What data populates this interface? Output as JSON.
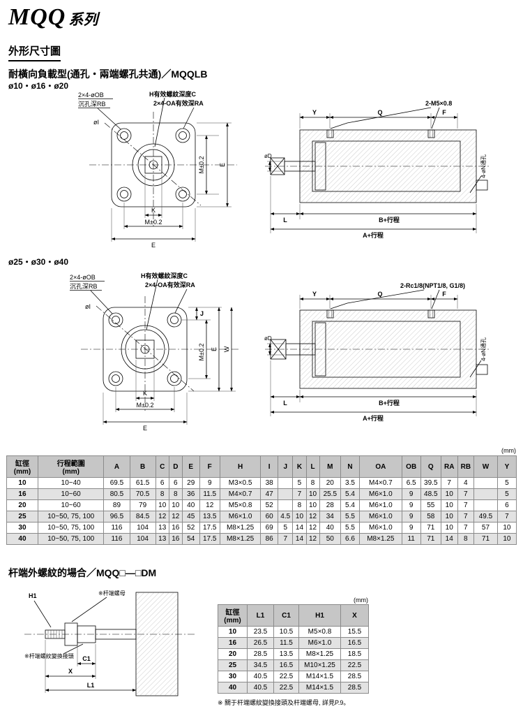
{
  "page": {
    "title": "MQQ",
    "title_suffix": "系列",
    "section1": "外形尺寸圖",
    "sub1_heading": "耐橫向負載型(通孔・兩端螺孔共通)／MQQLB",
    "sub1_sizes": "ø10・ø16・ø20",
    "sub2_sizes": "ø25・ø30・ø40",
    "section2": "杆端外螺紋的場合／MQQ□—□DM",
    "unit": "(mm)",
    "footnote": "※ 關于杆端螺紋變換接頭及杆端螺母, 詳見P.9。"
  },
  "drawing_labels": {
    "ob": "2×4-øOB",
    "rb": "沉孔深RB",
    "h_c": "H有效螺紋深度C",
    "oa_ra": "2×4-OA有效深RA",
    "port_small": "2-M5×0.8",
    "port_large": "2-Rc1/8(NPT1/8, G1/8)",
    "oi": "øI",
    "od": "øD",
    "e": "E",
    "m": "M±0.2",
    "k": "K",
    "y": "Y",
    "q": "Q",
    "f": "F",
    "j": "J",
    "w": "W",
    "l": "L",
    "b_stroke": "B+行程",
    "a_stroke": "A+行程",
    "n_holes": "4-øN通孔"
  },
  "rod_end_labels": {
    "h1": "H1",
    "nut": "※杆端螺母",
    "adapter": "※杆端螺紋變換接頭",
    "c1": "C1",
    "x": "X",
    "l1": "L1"
  },
  "main_table": {
    "headers": [
      "缸徑\n(mm)",
      "行程範圍\n(mm)",
      "A",
      "B",
      "C",
      "D",
      "E",
      "F",
      "H",
      "I",
      "J",
      "K",
      "L",
      "M",
      "N",
      "OA",
      "OB",
      "Q",
      "RA",
      "RB",
      "W",
      "Y"
    ],
    "rows": [
      [
        "10",
        "10~40",
        "69.5",
        "61.5",
        "6",
        "6",
        "29",
        "9",
        "M3×0.5",
        "38",
        "",
        "5",
        "8",
        "20",
        "3.5",
        "M4×0.7",
        "6.5",
        "39.5",
        "7",
        "4",
        "",
        "5"
      ],
      [
        "16",
        "10~60",
        "80.5",
        "70.5",
        "8",
        "8",
        "36",
        "11.5",
        "M4×0.7",
        "47",
        "",
        "7",
        "10",
        "25.5",
        "5.4",
        "M6×1.0",
        "9",
        "48.5",
        "10",
        "7",
        "",
        "5"
      ],
      [
        "20",
        "10~60",
        "89",
        "79",
        "10",
        "10",
        "40",
        "12",
        "M5×0.8",
        "52",
        "",
        "8",
        "10",
        "28",
        "5.4",
        "M6×1.0",
        "9",
        "55",
        "10",
        "7",
        "",
        "6"
      ],
      [
        "25",
        "10~50, 75, 100",
        "96.5",
        "84.5",
        "12",
        "12",
        "45",
        "13.5",
        "M6×1.0",
        "60",
        "4.5",
        "10",
        "12",
        "34",
        "5.5",
        "M6×1.0",
        "9",
        "58",
        "10",
        "7",
        "49.5",
        "7"
      ],
      [
        "30",
        "10~50, 75, 100",
        "116",
        "104",
        "13",
        "16",
        "52",
        "17.5",
        "M8×1.25",
        "69",
        "5",
        "14",
        "12",
        "40",
        "5.5",
        "M6×1.0",
        "9",
        "71",
        "10",
        "7",
        "57",
        "10"
      ],
      [
        "40",
        "10~50, 75, 100",
        "116",
        "104",
        "13",
        "16",
        "54",
        "17.5",
        "M8×1.25",
        "86",
        "7",
        "14",
        "12",
        "50",
        "6.6",
        "M8×1.25",
        "11",
        "71",
        "14",
        "8",
        "71",
        "10"
      ]
    ]
  },
  "rod_table": {
    "headers": [
      "缸徑\n(mm)",
      "L1",
      "C1",
      "H1",
      "X"
    ],
    "rows": [
      [
        "10",
        "23.5",
        "10.5",
        "M5×0.8",
        "15.5"
      ],
      [
        "16",
        "26.5",
        "11.5",
        "M6×1.0",
        "16.5"
      ],
      [
        "20",
        "28.5",
        "13.5",
        "M8×1.25",
        "18.5"
      ],
      [
        "25",
        "34.5",
        "16.5",
        "M10×1.25",
        "22.5"
      ],
      [
        "30",
        "40.5",
        "22.5",
        "M14×1.5",
        "28.5"
      ],
      [
        "40",
        "40.5",
        "22.5",
        "M14×1.5",
        "28.5"
      ]
    ]
  }
}
